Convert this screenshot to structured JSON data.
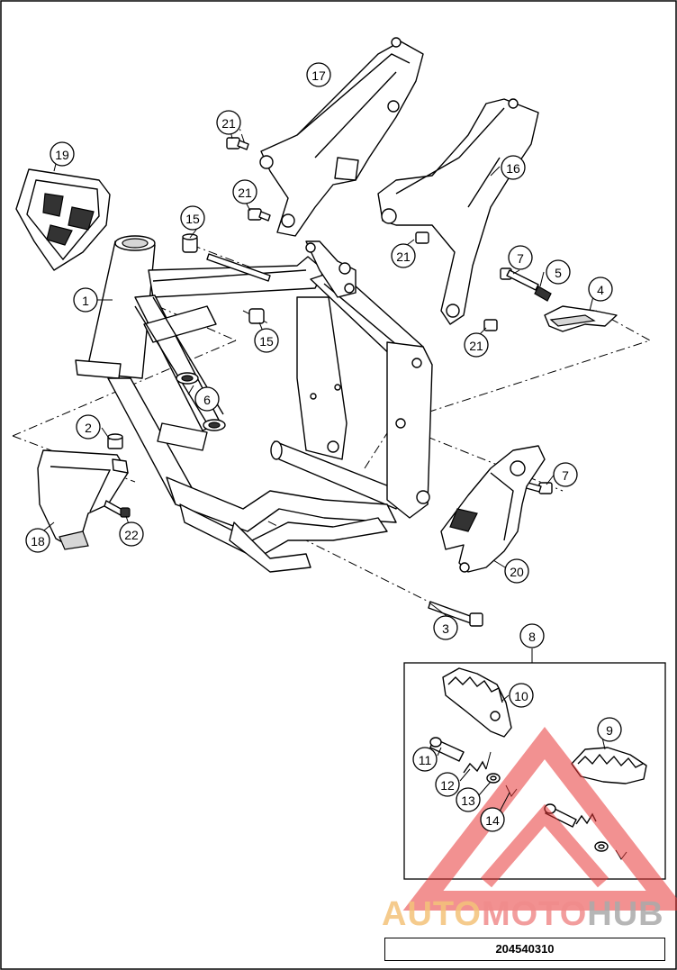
{
  "drawing_number": "204540310",
  "callouts": {
    "c1": "1",
    "c2": "2",
    "c3": "3",
    "c4": "4",
    "c5": "5",
    "c6": "6",
    "c7a": "7",
    "c7b": "7",
    "c8": "8",
    "c9": "9",
    "c10": "10",
    "c11": "11",
    "c12": "12",
    "c13": "13",
    "c14": "14",
    "c15a": "15",
    "c15b": "15",
    "c16": "16",
    "c17": "17",
    "c18": "18",
    "c19": "19",
    "c20": "20",
    "c21a": "21",
    "c21b": "21",
    "c21c": "21",
    "c21d": "21",
    "c22": "22"
  },
  "watermark": {
    "part1": "AUTO",
    "part2": "MOTO",
    "part3": "HUB"
  },
  "colors": {
    "watermark_red": "#e83838",
    "watermark_orange": "#f4c37a",
    "line": "#000000"
  }
}
